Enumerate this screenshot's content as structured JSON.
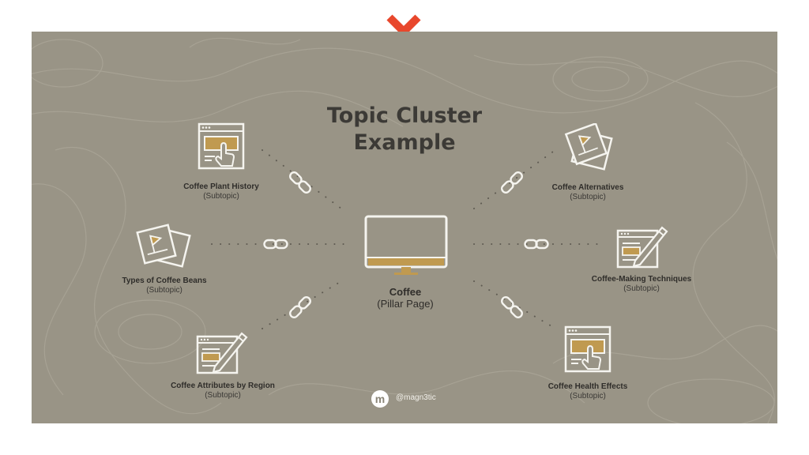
{
  "colors": {
    "panel": "#999486",
    "accent": "#c09a50",
    "line": "#f5f4ef",
    "x_mark": "#e8472c",
    "text": "#2f2d2a"
  },
  "title": {
    "line1": "Topic Cluster",
    "line2": "Example"
  },
  "pillar": {
    "label": "Coffee",
    "sublabel": "(Pillar Page)",
    "icon": "monitor-icon"
  },
  "subtopics": [
    {
      "label": "Coffee Plant History",
      "sublabel": "(Subtopic)",
      "icon": "browser-click-icon"
    },
    {
      "label": "Types of Coffee Beans",
      "sublabel": "(Subtopic)",
      "icon": "stacked-cards-icon"
    },
    {
      "label": "Coffee Attributes by Region",
      "sublabel": "(Subtopic)",
      "icon": "browser-pencil-icon"
    },
    {
      "label": "Coffee Alternatives",
      "sublabel": "(Subtopic)",
      "icon": "stacked-cards-icon"
    },
    {
      "label": "Coffee-Making Techniques",
      "sublabel": "(Subtopic)",
      "icon": "browser-pencil-icon"
    },
    {
      "label": "Coffee Health Effects",
      "sublabel": "(Subtopic)",
      "icon": "browser-click-icon"
    }
  ],
  "connector_icon": "chain-link-icon",
  "footer": {
    "logo": "m",
    "handle": "@magn3tic"
  },
  "rejected_mark": "x-mark-icon"
}
